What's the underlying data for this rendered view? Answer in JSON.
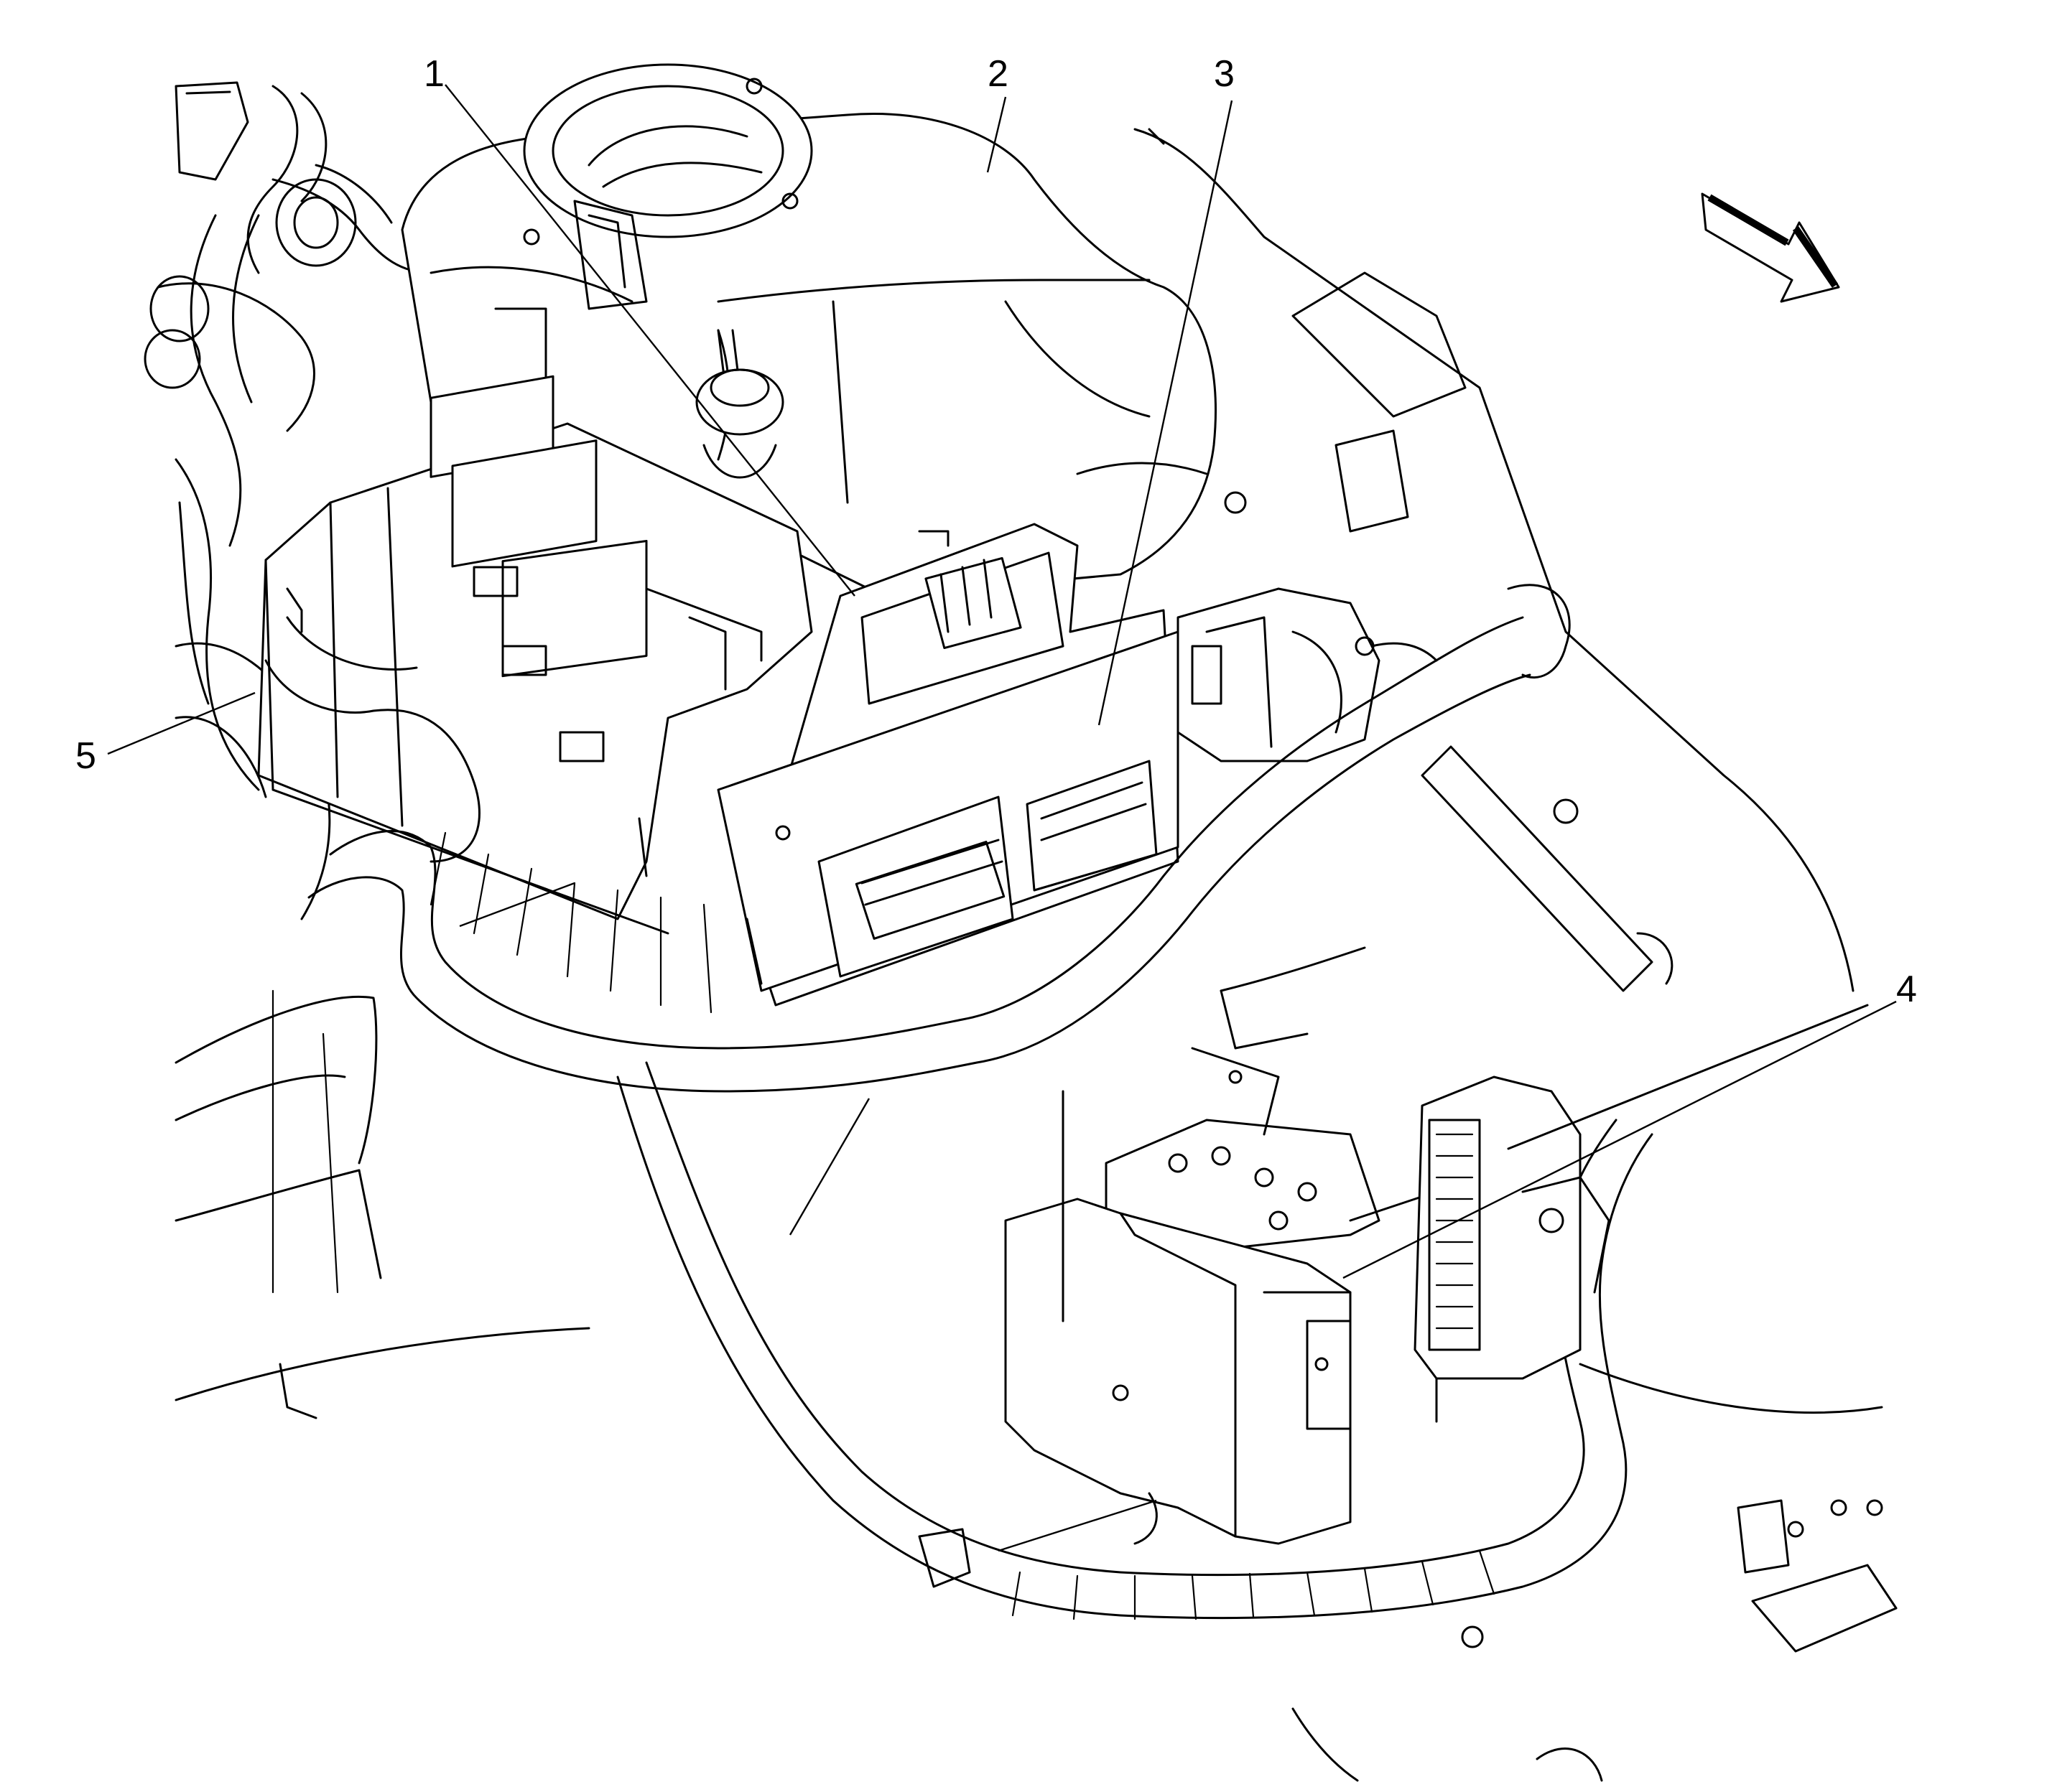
{
  "diagram": {
    "callouts": [
      {
        "id": "callout-1",
        "label": "1"
      },
      {
        "id": "callout-2",
        "label": "2"
      },
      {
        "id": "callout-3",
        "label": "3"
      },
      {
        "id": "callout-4",
        "label": "4"
      },
      {
        "id": "callout-5",
        "label": "5"
      }
    ],
    "orientation_icon": "forward-arrow-icon",
    "colors": {
      "line": "#000000",
      "background": "#ffffff"
    }
  }
}
